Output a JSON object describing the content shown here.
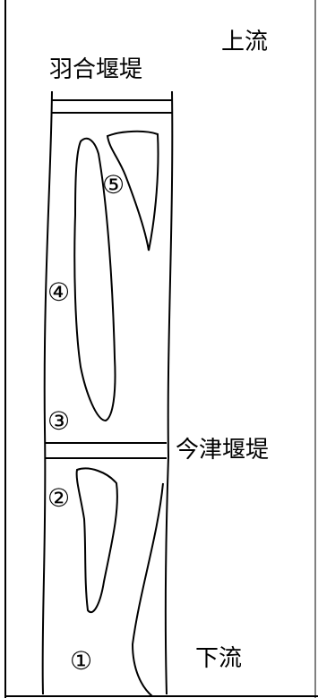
{
  "labels": {
    "upstream": "上流",
    "downstream": "下流",
    "weir_hago": "羽合堰堤",
    "weir_imazu": "今津堰堤"
  },
  "points": {
    "p1": "①",
    "p2": "②",
    "p3": "③",
    "p4": "④",
    "p5": "⑤"
  },
  "colors": {
    "ink": "#000000",
    "background": "#ffffff"
  }
}
